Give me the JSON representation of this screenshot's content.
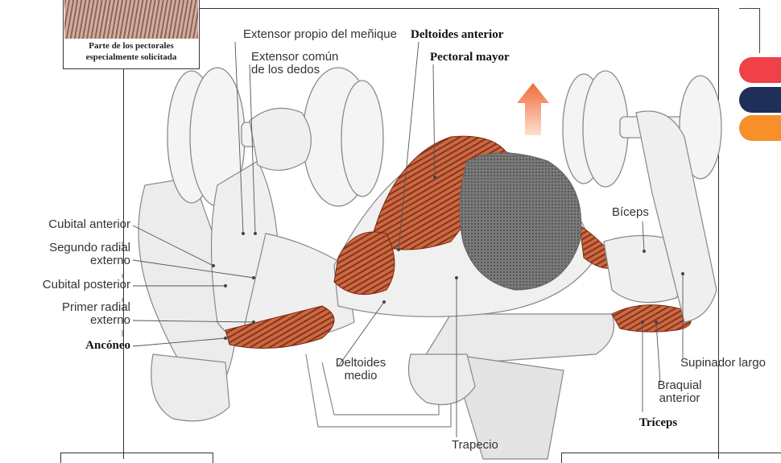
{
  "inset": {
    "caption_line1": "Parte de los pectorales",
    "caption_line2": "especialmente solicitada"
  },
  "colors": {
    "dot_red": "#f04048",
    "dot_navy": "#1f2f5a",
    "dot_orange": "#f7902a",
    "arrow": "#f06a3a",
    "muscle": "#b8502c"
  },
  "labels": {
    "extensor_propio": "Extensor propio del meñique",
    "deltoides_anterior": "Deltoides anterior",
    "extensor_comun_1": "Extensor común",
    "extensor_comun_2": "de los dedos",
    "pectoral_mayor": "Pectoral mayor",
    "cubital_anterior": "Cubital anterior",
    "segundo_radial_1": "Segundo radial",
    "segundo_radial_2": "externo",
    "cubital_posterior": "Cubital posterior",
    "primer_radial_1": "Primer radial",
    "primer_radial_2": "externo",
    "anconeo": "Ancóneo",
    "deltoides_medio_1": "Deltoides",
    "deltoides_medio_2": "medio",
    "trapecio": "Trapecio",
    "biceps": "Bíceps",
    "supinador_largo": "Supinador largo",
    "braquial_1": "Braquial",
    "braquial_2": "anterior",
    "triceps": "Tríceps"
  }
}
